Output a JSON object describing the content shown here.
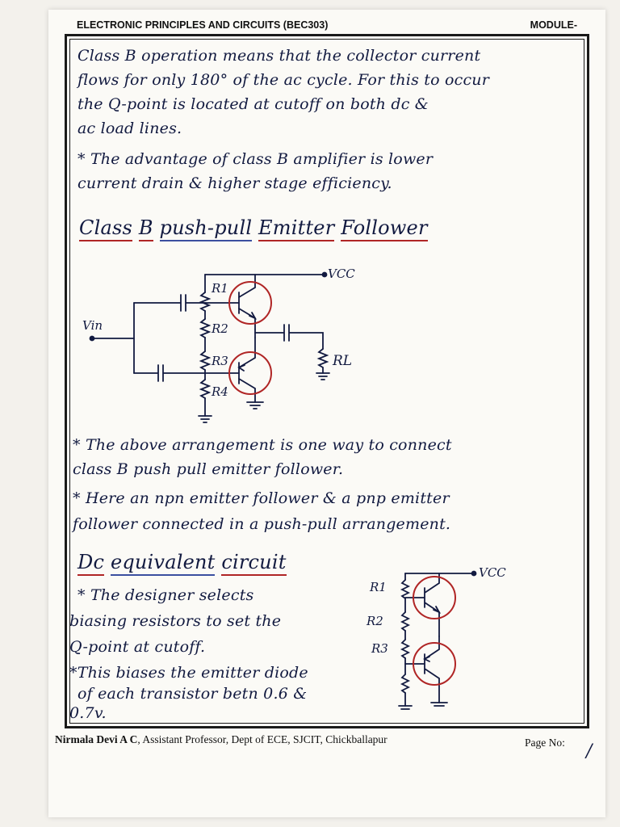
{
  "header": {
    "course": "ELECTRONIC PRINCIPLES AND CIRCUITS (BEC303)",
    "module": "MODULE-"
  },
  "notes": {
    "para1": [
      "Class B operation means that the collector current",
      "flows for only 180° of the ac cycle. For this to occur",
      "the Q-point is located at cutoff on both dc &",
      "ac load lines."
    ],
    "para2": [
      "* The advantage of class B amplifier is lower",
      "current drain & higher stage efficiency."
    ],
    "heading1": {
      "w1": "Class",
      "w2": "B",
      "w3": "push-pull",
      "w4": "Emitter",
      "w5": "Follower"
    },
    "circuit1": {
      "vcc": "VCC",
      "vin": "Vin",
      "r1": "R1",
      "r2": "R2",
      "r3": "R3",
      "r4": "R4",
      "rl": "RL"
    },
    "para3": [
      "* The above arrangement is one way to connect",
      "class B push pull emitter follower."
    ],
    "para4": [
      "* Here an npn emitter follower & a pnp emitter",
      "follower connected in a push-pull arrangement."
    ],
    "heading2": {
      "w1": "Dc",
      "w2": "equivalent",
      "w3": "circuit"
    },
    "para5": [
      "* The designer selects",
      "biasing resistors to set the",
      "Q-point at cutoff."
    ],
    "para6": [
      "*This biases the emitter diode",
      "of each transistor betn 0.6 &",
      "0.7v."
    ],
    "circuit2": {
      "vcc": "VCC",
      "r1": "R1",
      "r2": "R2",
      "r3": "R3"
    }
  },
  "footer": {
    "author": "Nirmala Devi A C",
    "affiliation": ", Assistant Professor, Dept of ECE, SJCIT, Chickballapur",
    "page_label": "Page No:",
    "page_number": "/"
  },
  "colors": {
    "ink": "#121a40",
    "red_pen": "#b02525",
    "blue_pen": "#3b4fa0"
  }
}
